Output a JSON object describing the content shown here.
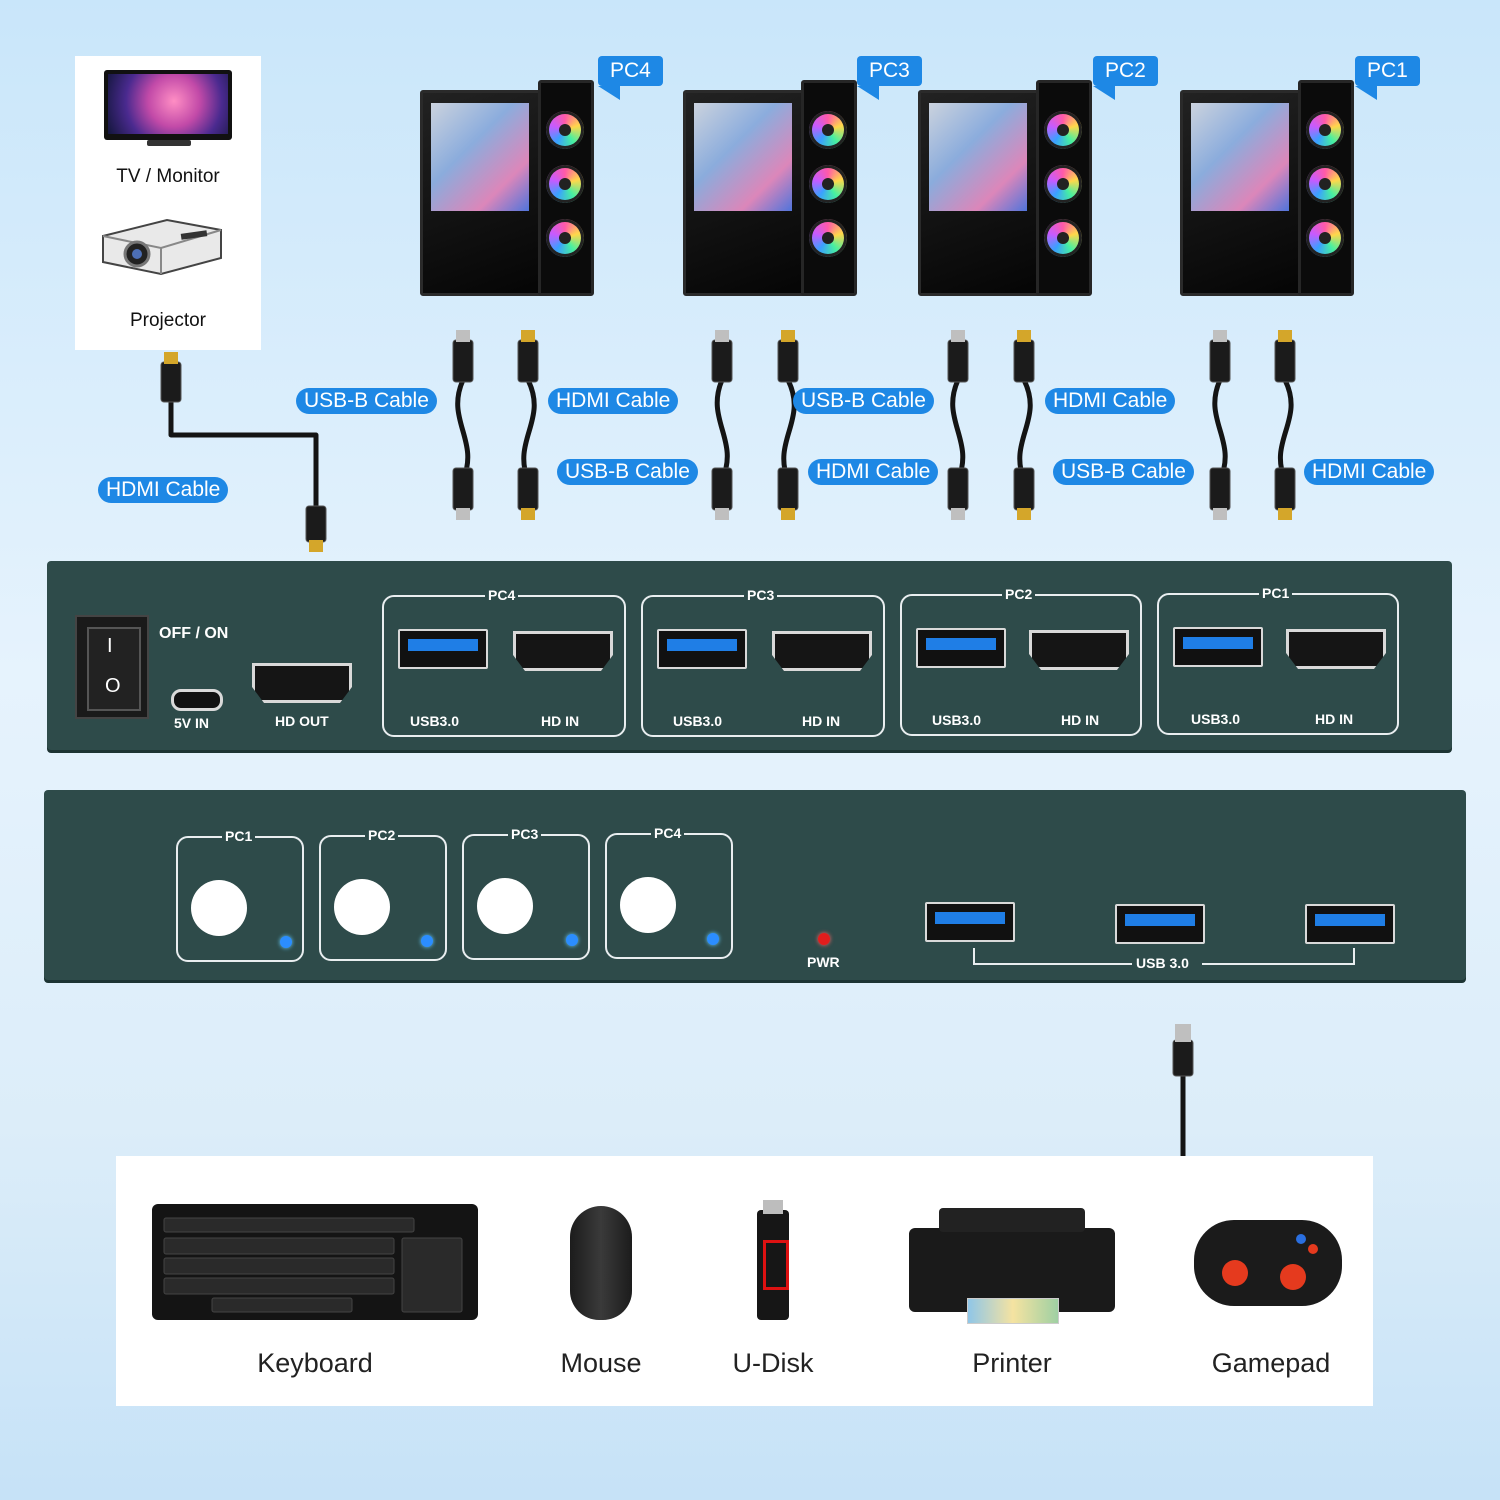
{
  "display": {
    "tv_label": "TV / Monitor",
    "projector_label": "Projector"
  },
  "pcs": [
    {
      "label": "PC4"
    },
    {
      "label": "PC3"
    },
    {
      "label": "PC2"
    },
    {
      "label": "PC1"
    }
  ],
  "cables": {
    "display_hdmi": "HDMI Cable",
    "row1": [
      "USB-B Cable",
      "HDMI Cable",
      "USB-B Cable",
      "HDMI Cable"
    ],
    "row2": [
      "USB-B Cable",
      "HDMI Cable",
      "USB-B Cable",
      "HDMI Cable"
    ]
  },
  "back_panel": {
    "switch_label": "OFF / ON",
    "switch_on": "I",
    "switch_off": "O",
    "power_in": "5V IN",
    "hd_out": "HD OUT",
    "groups": [
      {
        "title": "PC4",
        "usb": "USB3.0",
        "hdmi": "HD IN"
      },
      {
        "title": "PC3",
        "usb": "USB3.0",
        "hdmi": "HD IN"
      },
      {
        "title": "PC2",
        "usb": "USB3.0",
        "hdmi": "HD IN"
      },
      {
        "title": "PC1",
        "usb": "USB3.0",
        "hdmi": "HD IN"
      }
    ]
  },
  "front_panel": {
    "buttons": [
      "PC1",
      "PC2",
      "PC3",
      "PC4"
    ],
    "pwr_label": "PWR",
    "usb_label": "USB 3.0"
  },
  "peripherals": [
    "Keyboard",
    "Mouse",
    "U-Disk",
    "Printer",
    "Gamepad"
  ],
  "colors": {
    "accent": "#1e88e5",
    "panel": "#2e4b4a",
    "led_blue": "#2b8dff",
    "led_red": "#e21d1d"
  }
}
